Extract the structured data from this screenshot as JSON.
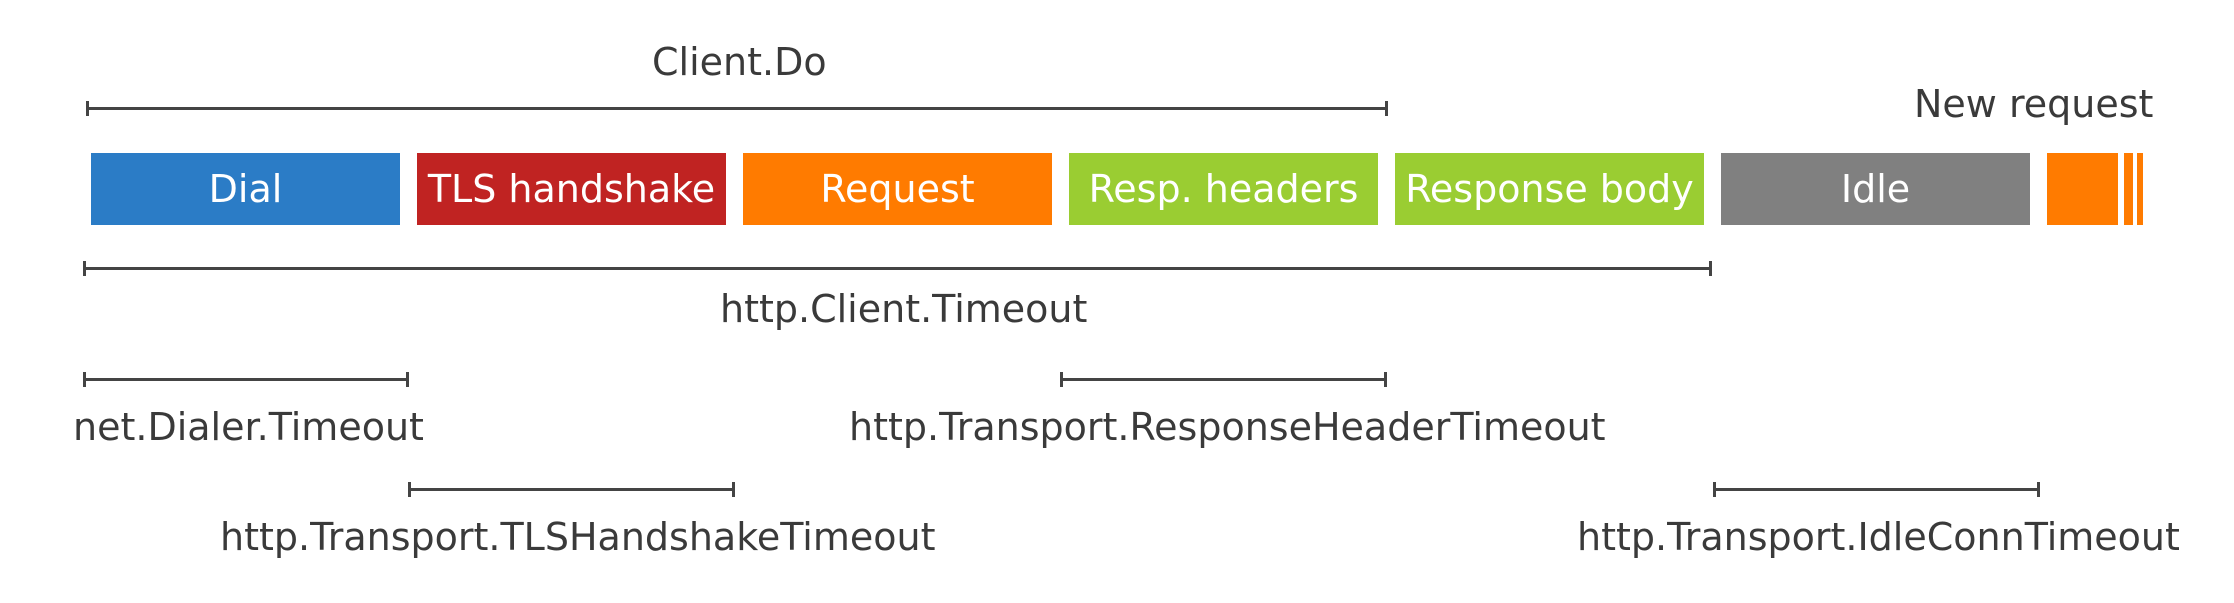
{
  "colors": {
    "dial": "#2b7cc6",
    "tls": "#c02322",
    "request": "#ff7b00",
    "resp_headers": "#9acd32",
    "response_body": "#9acd32",
    "idle": "#808080",
    "new_request": "#ff7b00"
  },
  "phases": {
    "dial": "Dial",
    "tls": "TLS handshake",
    "request": "Request",
    "resp_headers": "Resp. headers",
    "response_body": "Response body",
    "idle": "Idle"
  },
  "labels": {
    "client_do": "Client.Do",
    "new_request": "New request",
    "client_timeout": "http.Client.Timeout",
    "dialer_timeout": "net.Dialer.Timeout",
    "response_header_timeout": "http.Transport.ResponseHeaderTimeout",
    "tls_handshake_timeout": "http.Transport.TLSHandshakeTimeout",
    "idle_conn_timeout": "http.Transport.IdleConnTimeout"
  }
}
